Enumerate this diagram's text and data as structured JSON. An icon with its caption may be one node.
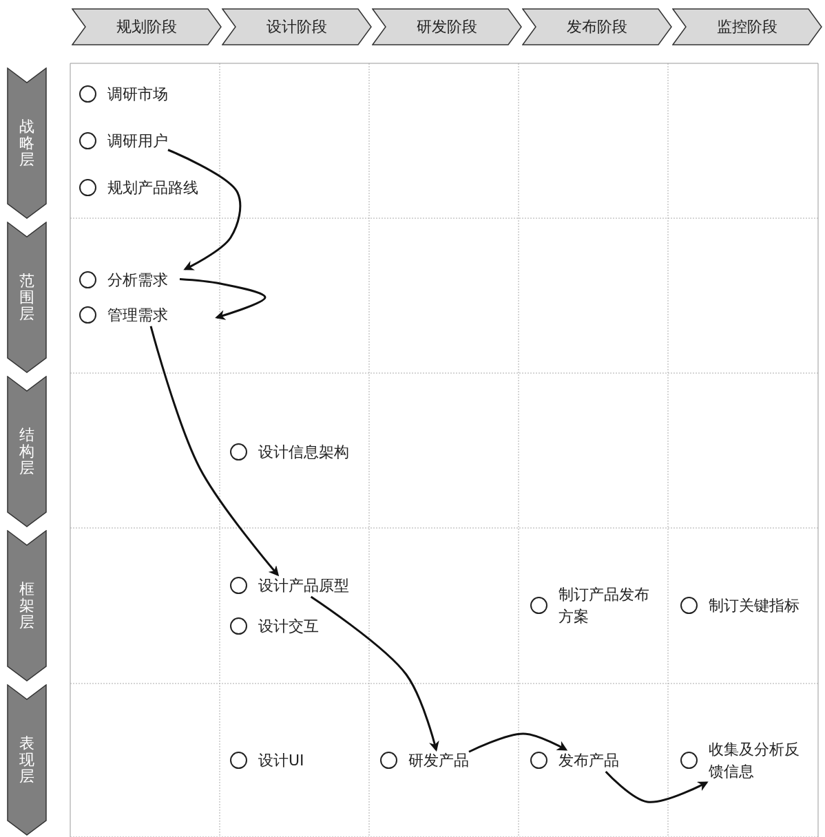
{
  "diagram": {
    "nodes": [
      {
        "text": [
          "规划阶段"
        ]
      },
      {
        "text": [
          "设计阶段"
        ]
      },
      {
        "text": [
          "研发阶段"
        ]
      },
      {
        "text": [
          "发布阶段"
        ]
      },
      {
        "text": [
          "监控阶段"
        ]
      },
      {
        "text": [
          "战略层"
        ]
      },
      {
        "text": [
          "范围层"
        ]
      },
      {
        "text": [
          "结构层"
        ]
      },
      {
        "text": [
          "框架层"
        ]
      },
      {
        "text": [
          "表现层"
        ]
      },
      {
        "text": [
          "调研市场"
        ]
      },
      {
        "text": [
          "调研用户"
        ]
      },
      {
        "text": [
          "规划产品路线"
        ]
      },
      {
        "text": [
          "分析需求"
        ]
      },
      {
        "text": [
          "管理需求"
        ]
      },
      {
        "text": [
          "设计信息架构"
        ]
      },
      {
        "text": [
          "设计产品原型"
        ]
      },
      {
        "text": [
          "设计交互"
        ]
      },
      {
        "text": [
          "制订产品发布方案"
        ]
      },
      {
        "text": [
          "制订关键指标"
        ]
      },
      {
        "text": [
          "设计UI"
        ]
      },
      {
        "text": [
          "研发产品"
        ]
      },
      {
        "text": [
          "发布产品"
        ]
      },
      {
        "text": [
          "收集及分析反馈信息"
        ]
      }
    ],
    "edges": [
      {
        "from": 11,
        "to": 13,
        "arrow": "to"
      },
      {
        "from": 13,
        "to": 14,
        "arrow": "to"
      },
      {
        "from": 14,
        "to": 16,
        "arrow": "to"
      },
      {
        "from": 16,
        "to": 21,
        "arrow": "to"
      },
      {
        "from": 21,
        "to": 22,
        "arrow": "to"
      },
      {
        "from": 22,
        "to": 23,
        "arrow": "to"
      }
    ]
  }
}
